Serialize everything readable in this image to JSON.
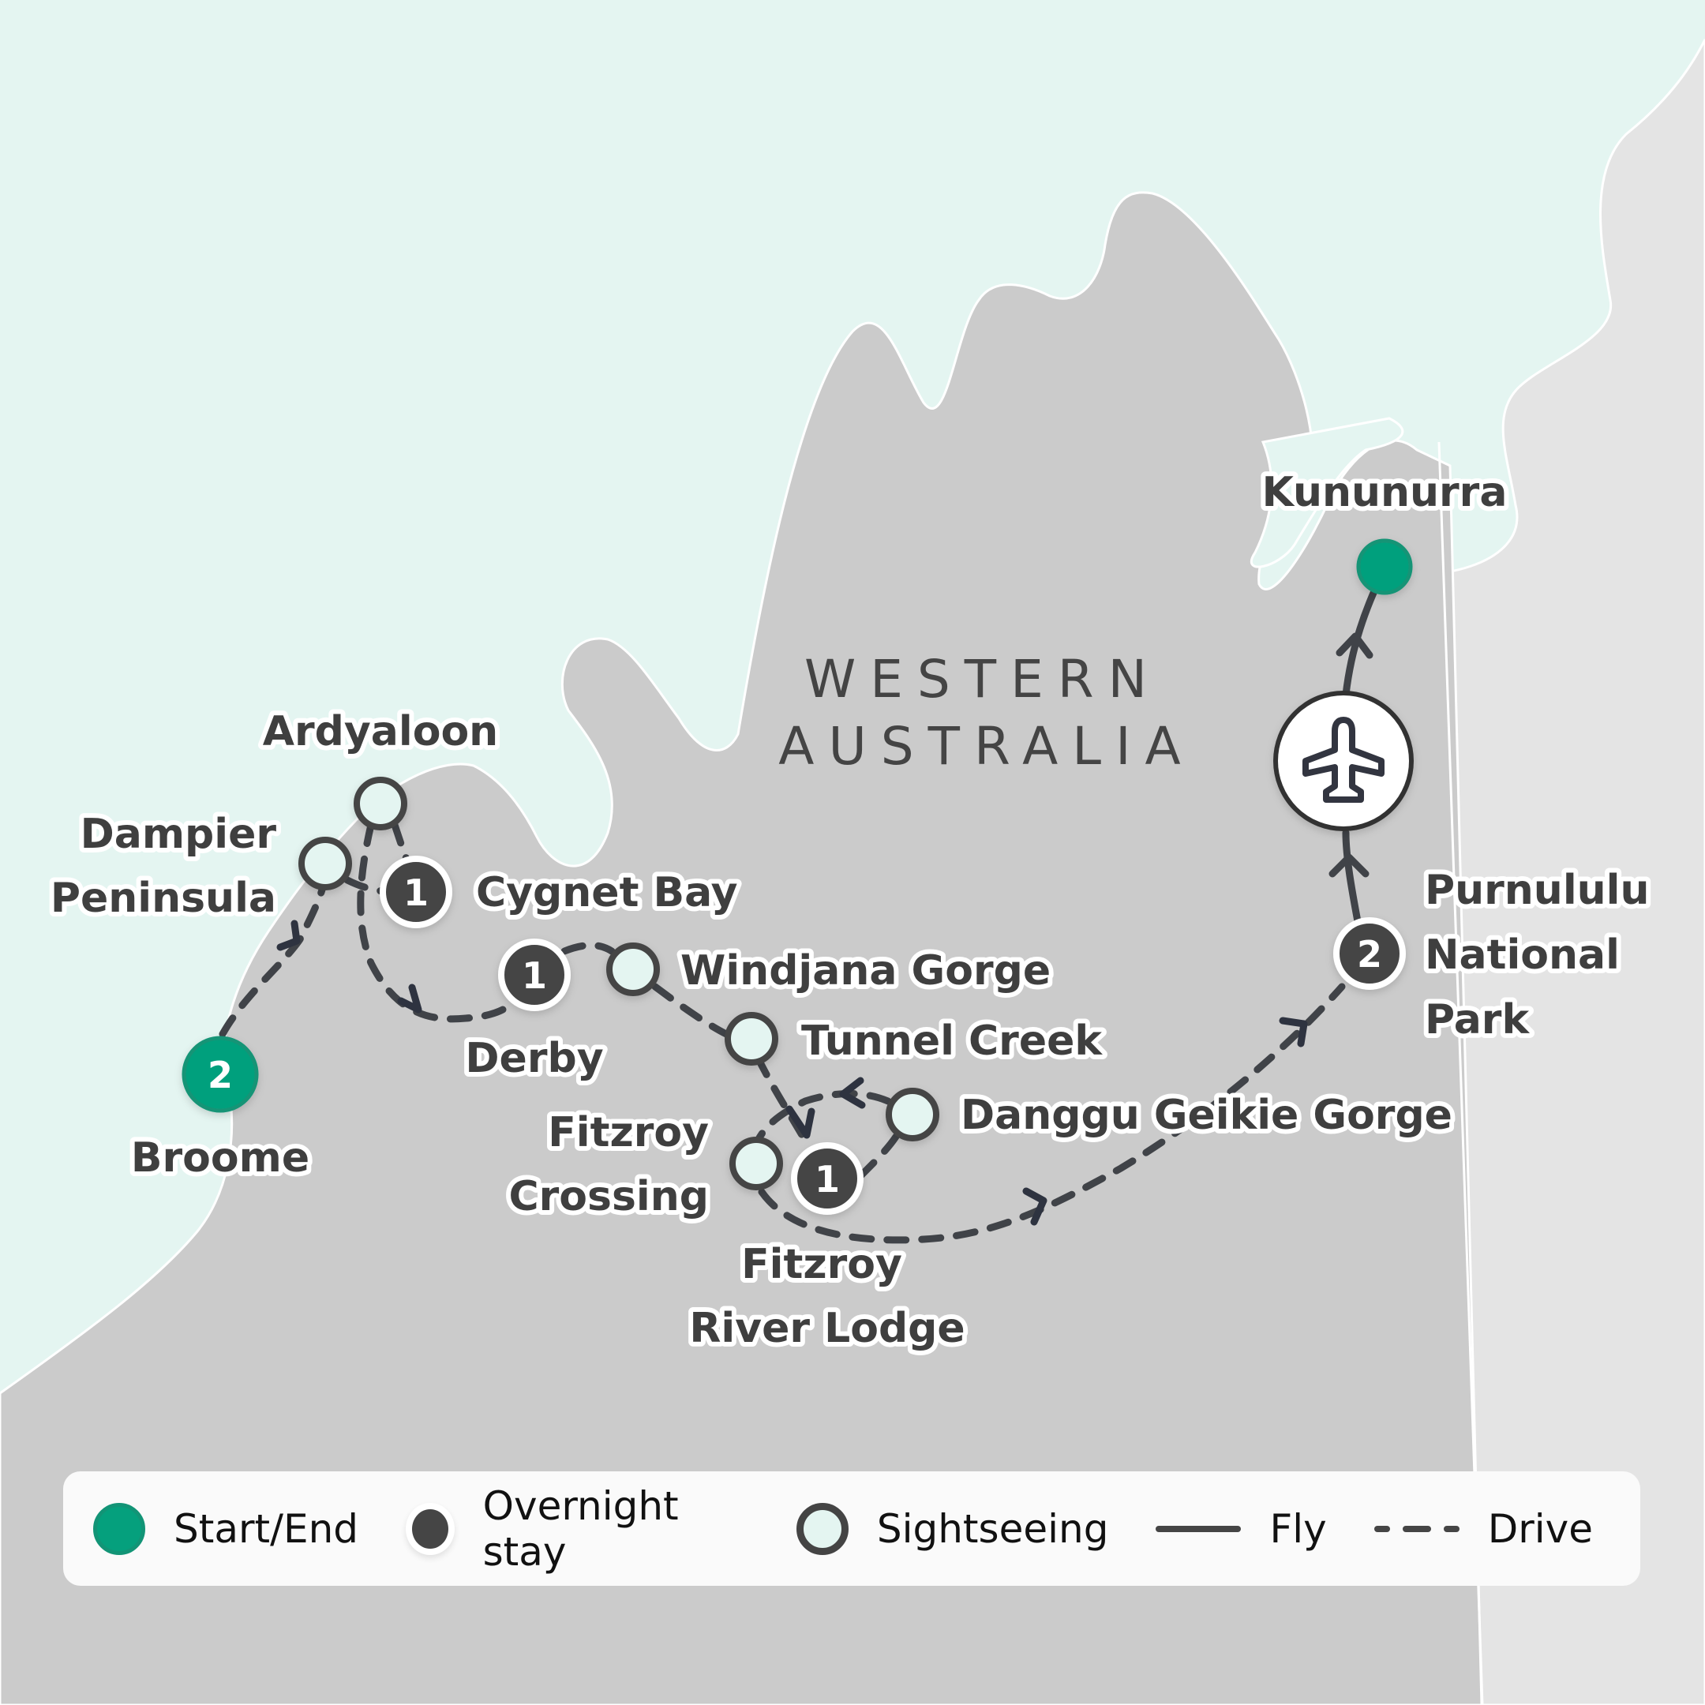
{
  "map": {
    "region_label_line1": "WESTERN",
    "region_label_line2": "AUSTRALIA",
    "colors": {
      "sea": "#e4f5f1",
      "land_wa": "#cbcbcb",
      "land_nt": "#e4e4e4",
      "route": "#404348",
      "start_end": "#05a07d",
      "overnight": "#454545",
      "sightseeing_fill": "#e4f5f1"
    },
    "stops": [
      {
        "name": "Broome",
        "type": "start_end",
        "nights": "2"
      },
      {
        "name": "Dampier Peninsula",
        "type": "sightseeing",
        "label_lines": [
          "Dampier",
          "Peninsula"
        ]
      },
      {
        "name": "Ardyaloon",
        "type": "sightseeing"
      },
      {
        "name": "Cygnet Bay",
        "type": "overnight",
        "nights": "1"
      },
      {
        "name": "Derby",
        "type": "overnight",
        "nights": "1"
      },
      {
        "name": "Windjana Gorge",
        "type": "sightseeing"
      },
      {
        "name": "Tunnel Creek",
        "type": "sightseeing"
      },
      {
        "name": "Danggu Geikie Gorge",
        "type": "sightseeing"
      },
      {
        "name": "Fitzroy Crossing",
        "type": "sightseeing",
        "label_lines": [
          "Fitzroy",
          "Crossing"
        ]
      },
      {
        "name": "Fitzroy River Lodge",
        "type": "overnight",
        "nights": "1",
        "label_lines": [
          "Fitzroy",
          "River Lodge"
        ]
      },
      {
        "name": "Purnululu National Park",
        "type": "overnight",
        "nights": "2",
        "label_lines": [
          "Purnululu",
          "National",
          "Park"
        ]
      },
      {
        "name": "Kununurra",
        "type": "start_end"
      }
    ],
    "transport_icon": "airplane-icon"
  },
  "legend": {
    "start_end": "Start/End",
    "overnight": "Overnight stay",
    "sightseeing": "Sightseeing",
    "fly": "Fly",
    "drive": "Drive"
  }
}
